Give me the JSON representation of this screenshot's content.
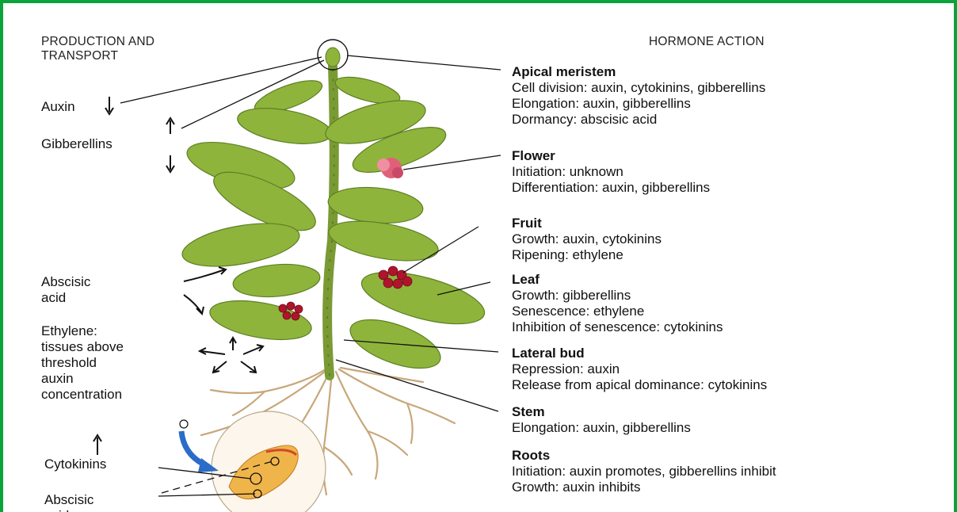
{
  "left_header": {
    "line1": "PRODUCTION AND",
    "line2": "TRANSPORT"
  },
  "right_header": "HORMONE ACTION",
  "left_labels": {
    "auxin": "Auxin",
    "gibberellins": "Gibberellins",
    "abscisic_1": "Abscisic",
    "abscisic_2": "acid",
    "ethylene_1": "Ethylene:",
    "ethylene_2": "tissues above",
    "ethylene_3": "threshold",
    "ethylene_4": "auxin",
    "ethylene_5": "concentration",
    "cytokinins": "Cytokinins",
    "abscisic_root_1": "Abscisic",
    "abscisic_root_2": "acid"
  },
  "hormone_actions": [
    {
      "title": "Apical meristem",
      "lines": [
        "Cell division: auxin, cytokinins, gibberellins",
        "Elongation: auxin, gibberellins",
        "Dormancy: abscisic acid"
      ]
    },
    {
      "title": "Flower",
      "lines": [
        "Initiation: unknown",
        "Differentiation: auxin, gibberellins"
      ]
    },
    {
      "title": "Fruit",
      "lines": [
        "Growth: auxin, cytokinins",
        "Ripening: ethylene"
      ]
    },
    {
      "title": "Leaf",
      "lines": [
        "Growth: gibberellins",
        "Senescence: ethylene",
        "Inhibition of senescence: cytokinins"
      ]
    },
    {
      "title": "Lateral bud",
      "lines": [
        "Repression: auxin",
        "Release from apical dominance: cytokinins"
      ]
    },
    {
      "title": "Stem",
      "lines": [
        "Elongation: auxin, gibberellins"
      ]
    },
    {
      "title": "Roots",
      "lines": [
        "Initiation: auxin promotes, gibberellins inhibit",
        "Growth: auxin inhibits"
      ]
    }
  ],
  "colors": {
    "border": "#0aa43a",
    "leaf": "#8fb43c",
    "leaf_dark": "#5d7f24",
    "stem": "#7a9a34",
    "flower": "#e0607a",
    "fruit": "#b0142c",
    "root": "#c8a77a",
    "arrow_blue": "#2a6cc8"
  }
}
